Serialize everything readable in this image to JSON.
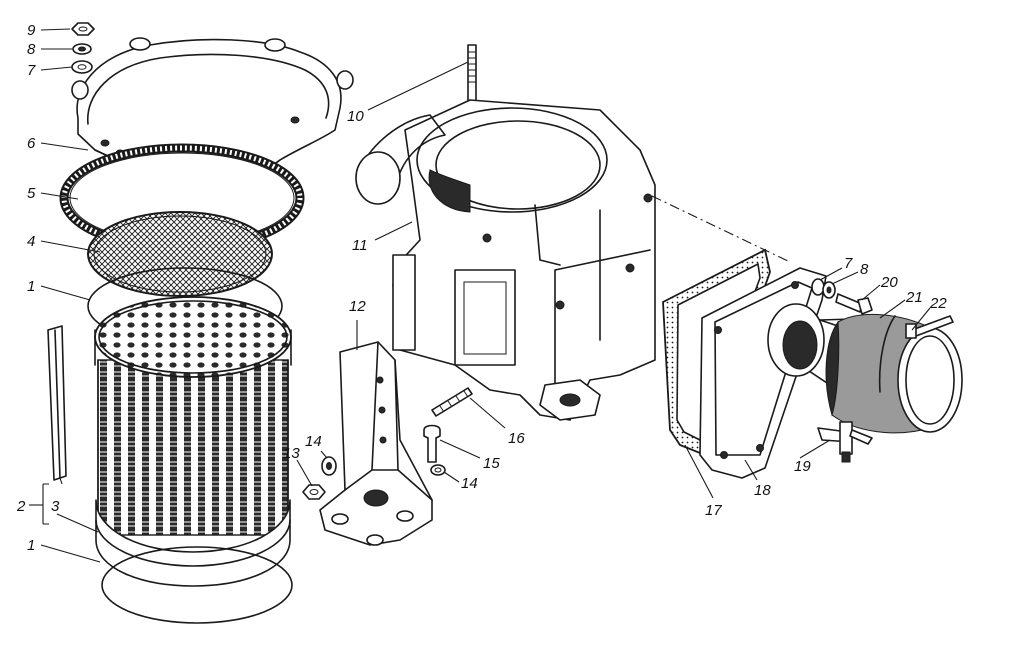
{
  "callouts": {
    "n1_upper": "1",
    "n1_lower": "1",
    "n2": "2",
    "n3": "3",
    "n4": "4",
    "n5": "5",
    "n6": "6",
    "n7_left": "7",
    "n8_left": "8",
    "n9": "9",
    "n10": "10",
    "n11": "11",
    "n12": "12",
    "n13": "13",
    "n14_left": "14",
    "n14_right": "14",
    "n15": "15",
    "n16": "16",
    "n17": "17",
    "n18": "18",
    "n19": "19",
    "n7_right": "7",
    "n8_right": "8",
    "n20": "20",
    "n21": "21",
    "n22": "22"
  }
}
